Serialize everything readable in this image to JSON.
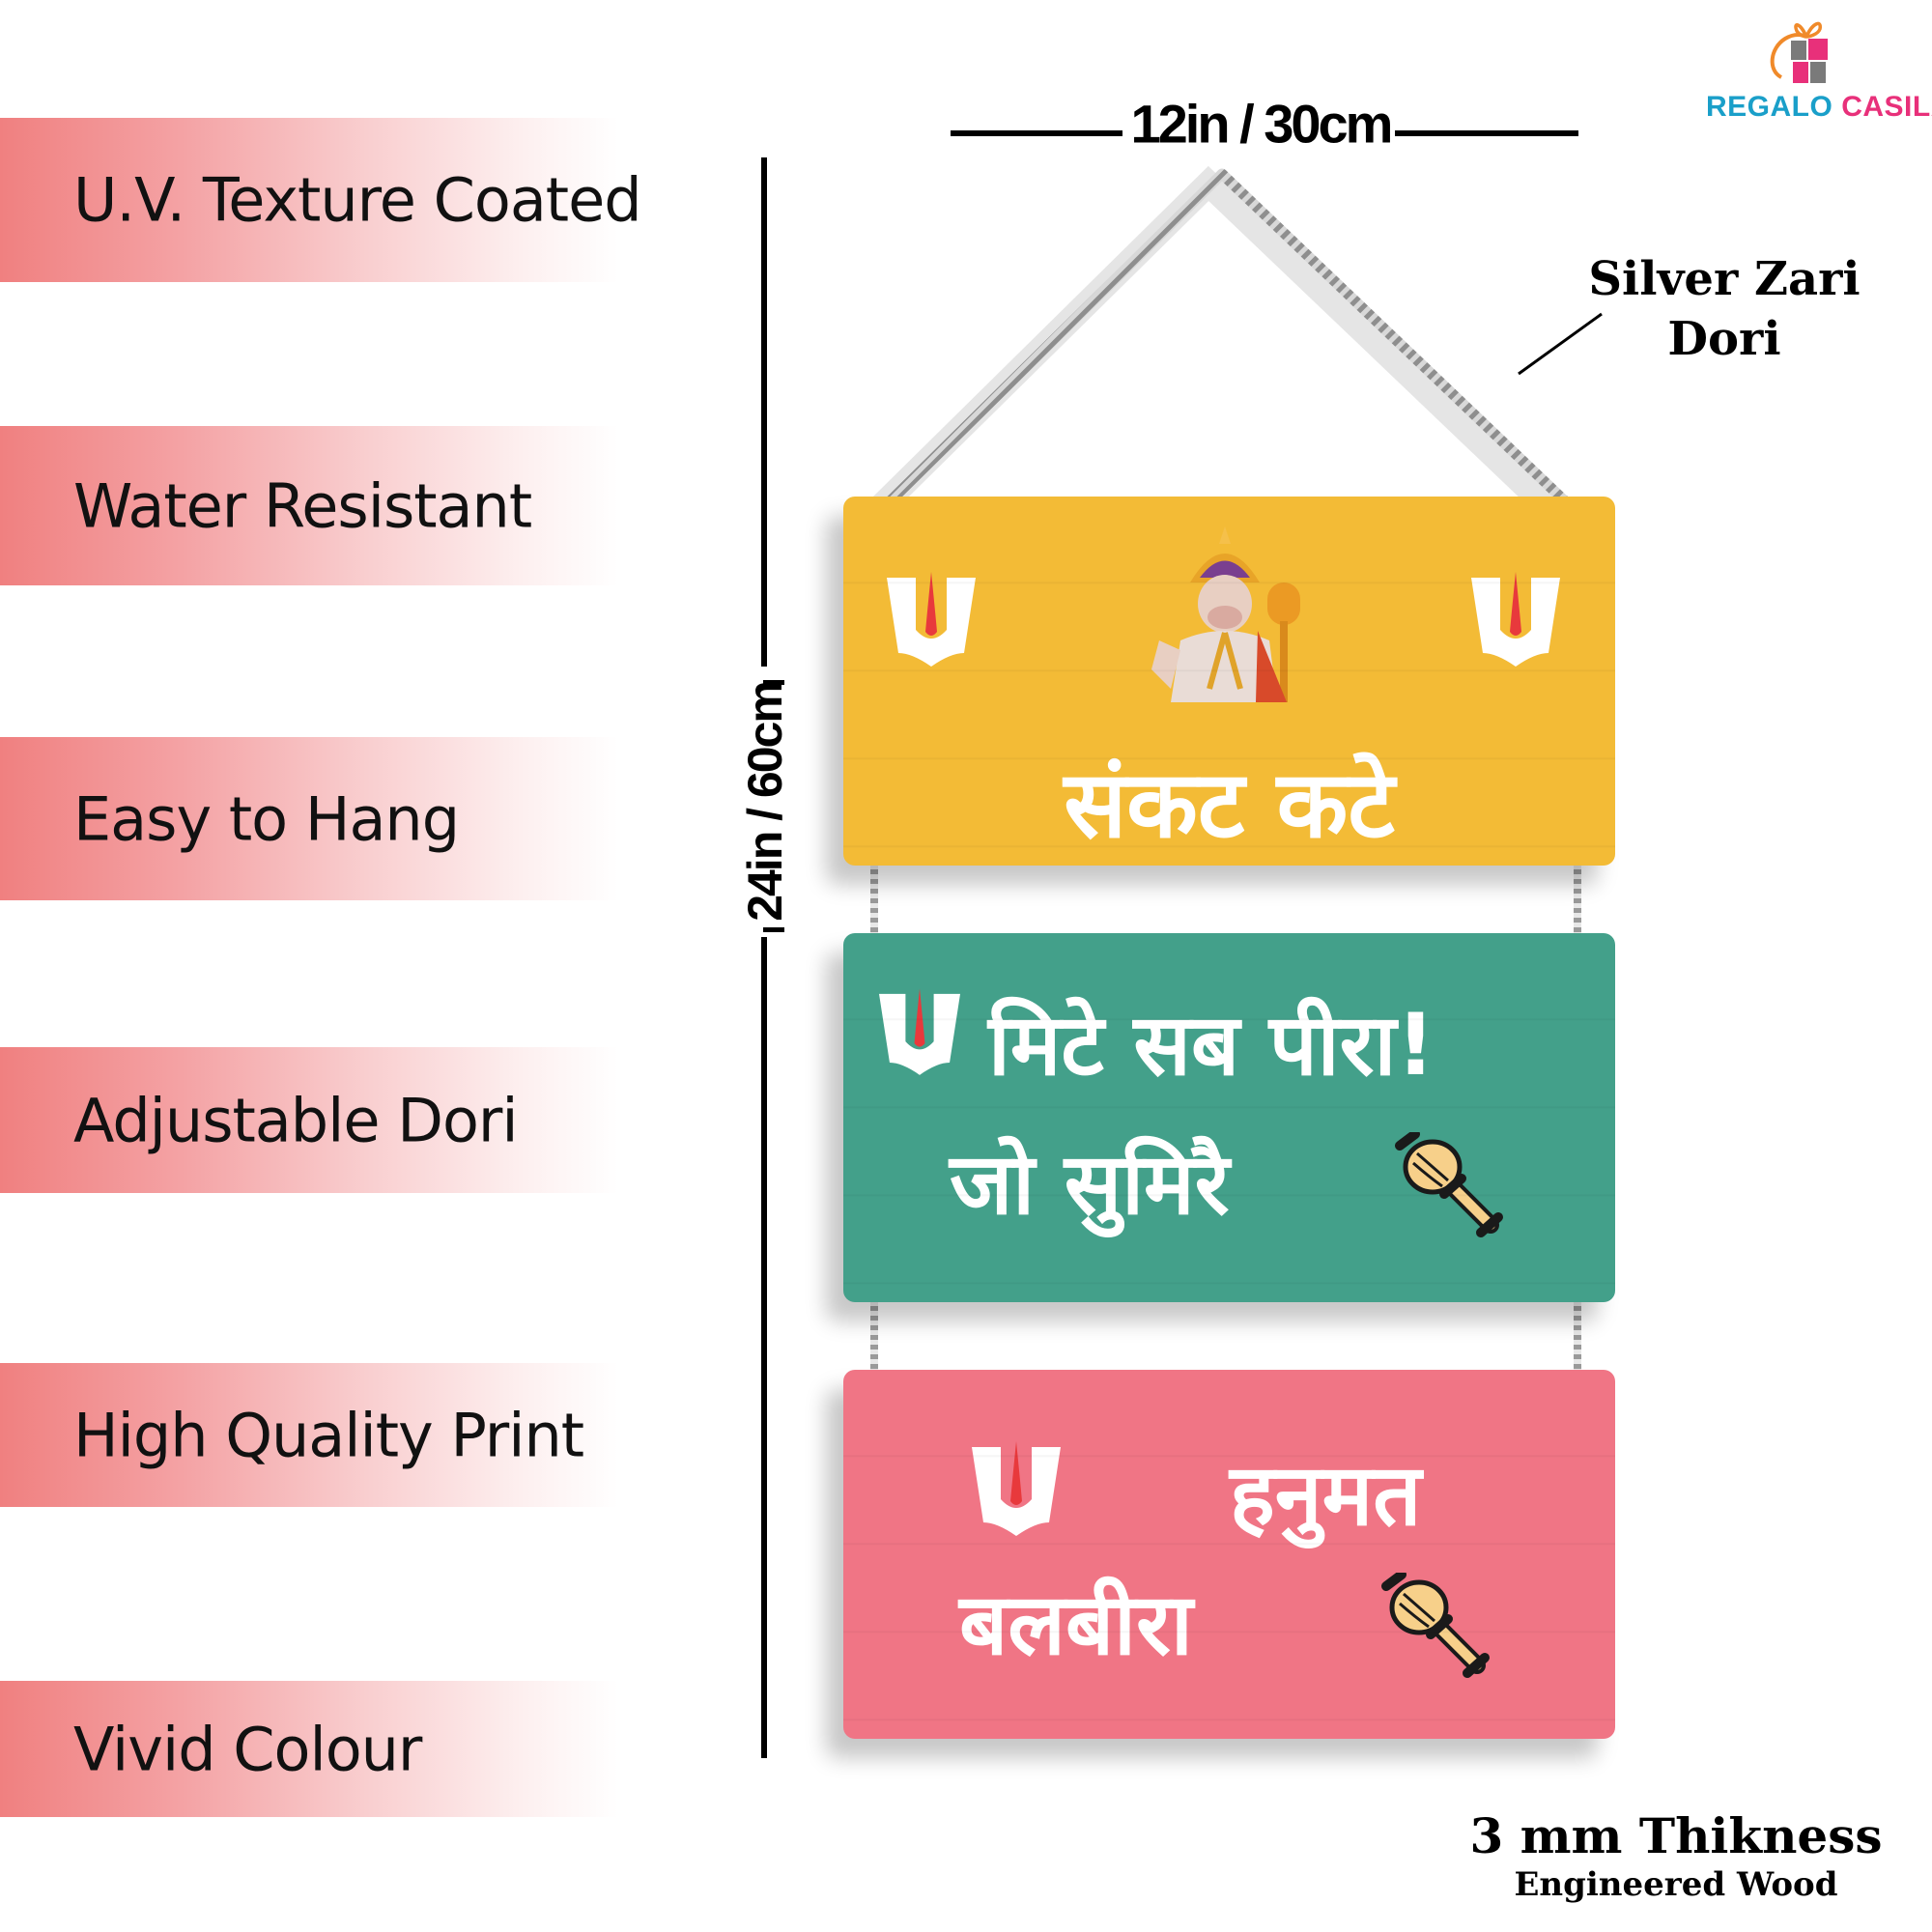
{
  "brand": {
    "name_part1": "REGALO",
    "name_part2": "CASILA",
    "colors": {
      "blue": "#1a9fc9",
      "pink": "#e8307a",
      "orange": "#f08a2a",
      "gray": "#7a7a7a"
    },
    "icon": "gift-box-icon"
  },
  "features": [
    {
      "label": "U.V. Texture Coated"
    },
    {
      "label": "Water Resistant"
    },
    {
      "label": "Easy to Hang"
    },
    {
      "label": "Adjustable Dori"
    },
    {
      "label": "High Quality Print"
    },
    {
      "label": "Vivid Colour"
    }
  ],
  "dimensions": {
    "width_label": "12in / 30cm",
    "height_label": "24in / 60cm"
  },
  "annotations": {
    "dori_line1": "Silver Zari",
    "dori_line2": "Dori",
    "thickness_line1": "3 mm Thikness",
    "thickness_line2": "Engineered Wood"
  },
  "signs": [
    {
      "color": "#f3bb36",
      "text_line1": "संकट कटे",
      "icons": [
        "tilak-icon",
        "hanuman-image",
        "tilak-icon"
      ]
    },
    {
      "color": "#43a08a",
      "text_line1": "मिटे सब पीरा!",
      "text_line2": "जो सुमिरै",
      "icons": [
        "tilak-icon",
        "mace-icon"
      ]
    },
    {
      "color": "#f07585",
      "text_line1": "हनुमत",
      "text_line2": "बलबीरा",
      "icons": [
        "tilak-icon",
        "mace-icon"
      ]
    }
  ]
}
